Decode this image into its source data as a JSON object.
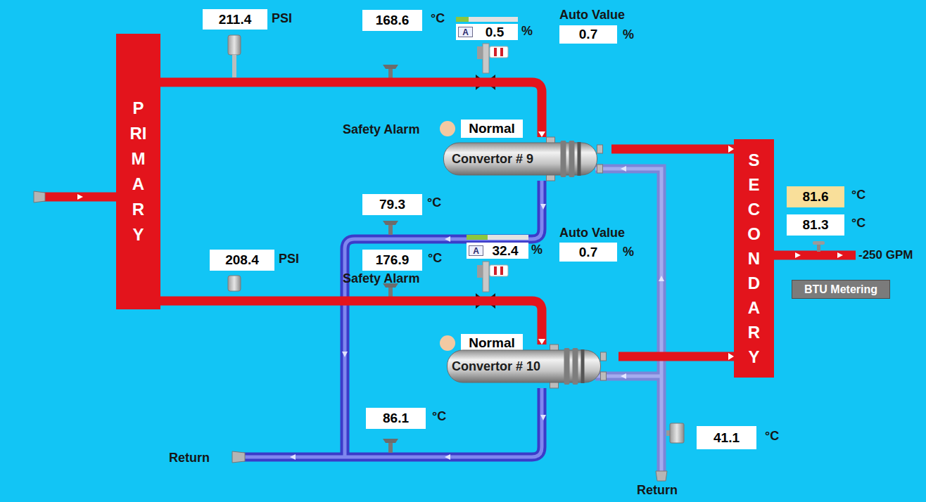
{
  "diagram": {
    "nodes": [
      {
        "text": [
          "PRIMARY"
        ]
      },
      {
        "text": [
          "211.4"
        ]
      },
      {
        "text": [
          "168.6"
        ]
      },
      {
        "text": [
          "0.5"
        ]
      },
      {
        "text": [
          "A"
        ],
        "in": 3
      },
      {
        "text": [
          "0.7"
        ]
      },
      {
        "text": [
          "Normal"
        ]
      },
      {
        "text": [
          "Convertor # 9"
        ]
      },
      {
        "text": [
          "79.3"
        ]
      },
      {
        "text": [
          "32.4"
        ]
      },
      {
        "text": [
          "A"
        ],
        "in": 9
      },
      {
        "text": [
          "0.7"
        ]
      },
      {
        "text": [
          "208.4"
        ]
      },
      {
        "text": [
          "176.9"
        ]
      },
      {
        "text": [
          "Normal"
        ]
      },
      {
        "text": [
          "Convertor # 10"
        ]
      },
      {
        "text": [
          "86.1"
        ]
      },
      {
        "text": [
          "SECONDARY"
        ]
      },
      {
        "text": [
          "81.6"
        ]
      },
      {
        "text": [
          "81.3"
        ]
      },
      {
        "text": [
          "BTU Metering"
        ]
      },
      {
        "text": [
          "41.1"
        ]
      }
    ],
    "edges": [
      {
        "from": 0,
        "to": 7,
        "arrow": "to"
      },
      {
        "from": 0,
        "to": 15,
        "arrow": "to"
      },
      {
        "from": 7,
        "to": 17,
        "arrow": "to"
      },
      {
        "from": 15,
        "to": 17,
        "arrow": "to"
      }
    ],
    "labels": [
      "PSI",
      "°C",
      "%",
      "Auto Value",
      "%",
      "Safety Alarm",
      "°C",
      "%",
      "Auto Value",
      "%",
      "PSI",
      "°C",
      "Safety Alarm",
      "°C",
      "°C",
      "°C",
      "-250 GPM",
      "°C",
      "Return",
      "Return"
    ]
  }
}
